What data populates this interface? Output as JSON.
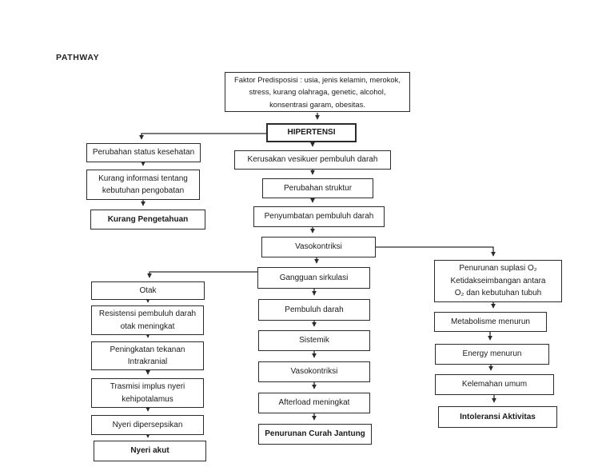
{
  "page": {
    "title": "PATHWAY"
  },
  "colors": {
    "background": "#ffffff",
    "box_border": "#2b2b2b",
    "line": "#2b2b2b",
    "text": "#1b1b1b"
  },
  "diagram": {
    "nodes": {
      "faktor": {
        "label": "Faktor Predisposisi : usia, jenis kelamin, merokok,\nstress, kurang olahraga, genetic, alcohol,\nkonsentrasi garam, obesitas."
      },
      "hipertensi": {
        "label": "HIPERTENSI"
      },
      "perubahan_status": {
        "label": "Perubahan status kesehatan"
      },
      "kurang_informasi": {
        "label": "Kurang informasi tentang\nkebutuhan pengobatan"
      },
      "kurang_pengetahuan": {
        "label": "Kurang Pengetahuan"
      },
      "kerusakan": {
        "label": "Kerusakan vesikuer pembuluh darah"
      },
      "perubahan_struktur": {
        "label": "Perubahan struktur"
      },
      "penyumbatan": {
        "label": "Penyumbatan pembuluh darah"
      },
      "vasokontriksi_1": {
        "label": "Vasokontriksi"
      },
      "gangguan": {
        "label": "Gangguan sirkulasi"
      },
      "pembuluh_darah": {
        "label": "Pembuluh darah"
      },
      "sistemik": {
        "label": "Sistemik"
      },
      "vasokontriksi_2": {
        "label": "Vasokontriksi"
      },
      "afterload": {
        "label": "Afterload meningkat"
      },
      "penurunan_curah": {
        "label": "Penurunan Curah Jantung"
      },
      "otak": {
        "label": "Otak"
      },
      "resistensi": {
        "label": "Resistensi pembuluh darah\notak meningkat"
      },
      "peningkatan": {
        "label": "Peningkatan tekanan\nIntrakranial"
      },
      "trasmisi": {
        "label": "Trasmisi implus nyeri\nkehipotalamus"
      },
      "nyeri_dipersepsikan": {
        "label": "Nyeri dipersepsikan"
      },
      "nyeri_akut": {
        "label": "Nyeri akut"
      },
      "penurunan_suplasi": {
        "label": "Penurunan suplasi O₂\nKetidakseimbangan antara\nO₂ dan kebutuhan tubuh"
      },
      "metabolisme": {
        "label": "Metabolisme menurun"
      },
      "energy": {
        "label": "Energy menurun"
      },
      "kelemahan": {
        "label": "Kelemahan umum"
      },
      "intoleransi": {
        "label": "Intoleransi Aktivitas"
      }
    },
    "edges": [
      {
        "from": "faktor",
        "to": "hipertensi"
      },
      {
        "from": "hipertensi",
        "to": "perubahan_status"
      },
      {
        "from": "hipertensi",
        "to": "kerusakan"
      },
      {
        "from": "perubahan_status",
        "to": "kurang_informasi"
      },
      {
        "from": "kurang_informasi",
        "to": "kurang_pengetahuan"
      },
      {
        "from": "kerusakan",
        "to": "perubahan_struktur"
      },
      {
        "from": "perubahan_struktur",
        "to": "penyumbatan"
      },
      {
        "from": "penyumbatan",
        "to": "vasokontriksi_1"
      },
      {
        "from": "vasokontriksi_1",
        "to": "penurunan_suplasi"
      },
      {
        "from": "vasokontriksi_1",
        "to": "gangguan"
      },
      {
        "from": "gangguan",
        "to": "otak"
      },
      {
        "from": "gangguan",
        "to": "pembuluh_darah"
      },
      {
        "from": "pembuluh_darah",
        "to": "sistemik"
      },
      {
        "from": "sistemik",
        "to": "vasokontriksi_2"
      },
      {
        "from": "vasokontriksi_2",
        "to": "afterload"
      },
      {
        "from": "afterload",
        "to": "penurunan_curah"
      },
      {
        "from": "otak",
        "to": "resistensi"
      },
      {
        "from": "resistensi",
        "to": "peningkatan"
      },
      {
        "from": "peningkatan",
        "to": "trasmisi"
      },
      {
        "from": "trasmisi",
        "to": "nyeri_dipersepsikan"
      },
      {
        "from": "nyeri_dipersepsikan",
        "to": "nyeri_akut"
      },
      {
        "from": "penurunan_suplasi",
        "to": "metabolisme"
      },
      {
        "from": "metabolisme",
        "to": "energy"
      },
      {
        "from": "energy",
        "to": "kelemahan"
      },
      {
        "from": "kelemahan",
        "to": "intoleransi"
      }
    ]
  }
}
